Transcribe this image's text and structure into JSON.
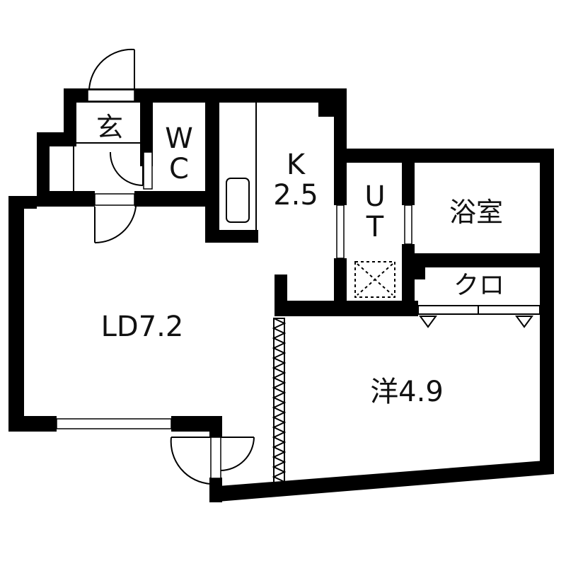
{
  "floor_plan": {
    "rooms": [
      {
        "id": "genkan",
        "label": "玄",
        "meaning": "entrance"
      },
      {
        "id": "wc",
        "label_line1": "W",
        "label_line2": "C"
      },
      {
        "id": "kitchen",
        "label_line1": "K",
        "label_line2": "2.5"
      },
      {
        "id": "utility",
        "label_line1": "U",
        "label_line2": "T"
      },
      {
        "id": "bathroom",
        "label": "浴室"
      },
      {
        "id": "closet",
        "label": "クロ"
      },
      {
        "id": "living_dining",
        "label": "LD7.2"
      },
      {
        "id": "western_room",
        "label": "洋4.9"
      }
    ],
    "colors": {
      "wall": "#000000",
      "background": "#ffffff",
      "text": "#111111"
    }
  }
}
